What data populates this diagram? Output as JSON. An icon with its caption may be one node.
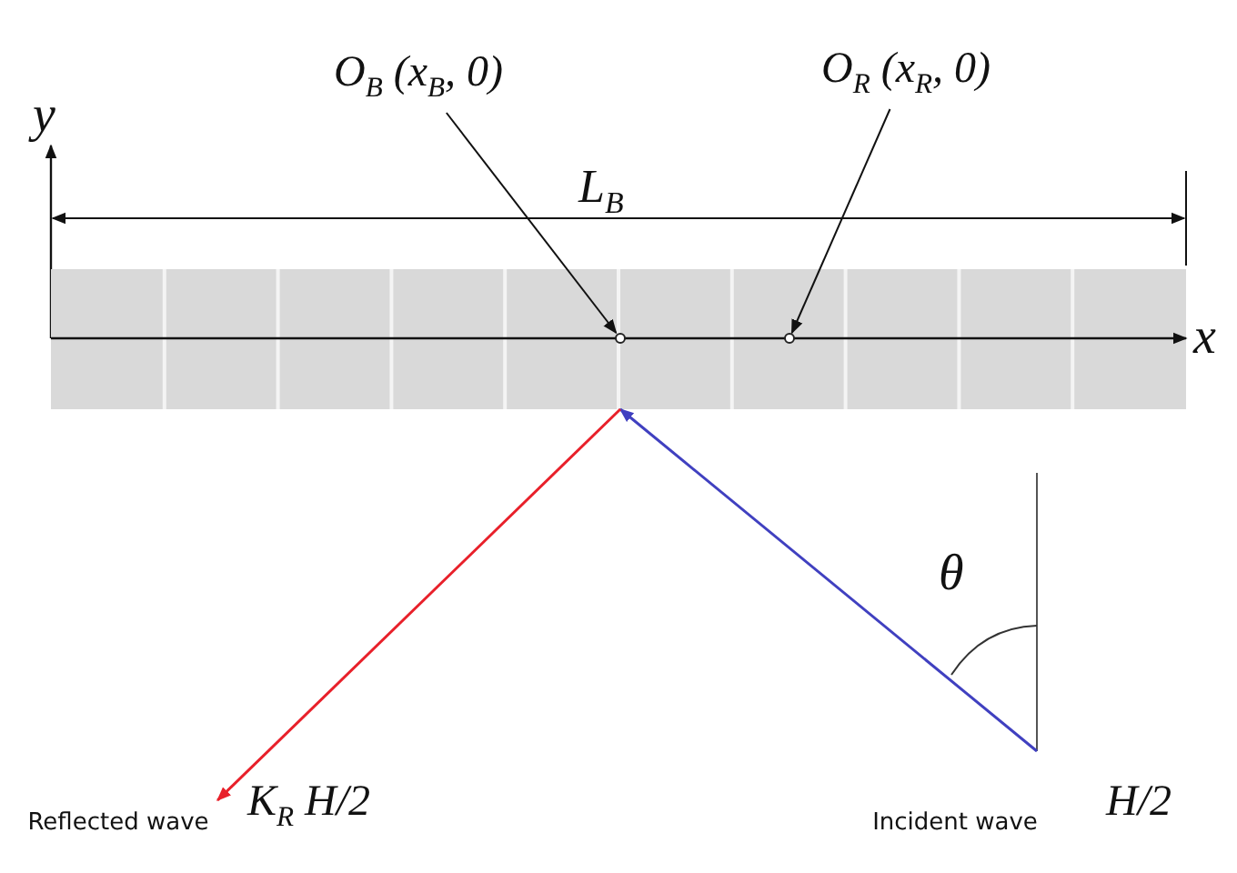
{
  "diagram": {
    "nodes": [
      {
        "text": [
          "O$_{B}$ (x$_{B}$, 0)"
        ]
      },
      {
        "text": [
          "O$_{R}$ (x$_{R}$, 0)"
        ]
      },
      {
        "text": [],
        "shape": "bar"
      },
      {
        "text": [],
        "shape": "circle",
        "in": 2
      },
      {
        "text": [],
        "shape": "circle",
        "in": 2
      },
      {
        "text": [
          "Reflected wave"
        ],
        "beside": [
          "K$_{R}$ H/2"
        ]
      },
      {
        "text": [
          "Incident wave"
        ],
        "beside": [
          "H/2"
        ]
      }
    ],
    "edges": [
      {
        "from": 0,
        "to": 3,
        "arrow": "to"
      },
      {
        "from": 1,
        "to": 4,
        "arrow": "to"
      },
      {
        "from": null,
        "to": 2,
        "arrow": "to",
        "color": "#4040c0"
      },
      {
        "from": 2,
        "to": 5,
        "arrow": "to",
        "color": "#e8202a"
      }
    ],
    "labels": [
      "y",
      "L$_{B}$",
      "x",
      "θ"
    ]
  }
}
